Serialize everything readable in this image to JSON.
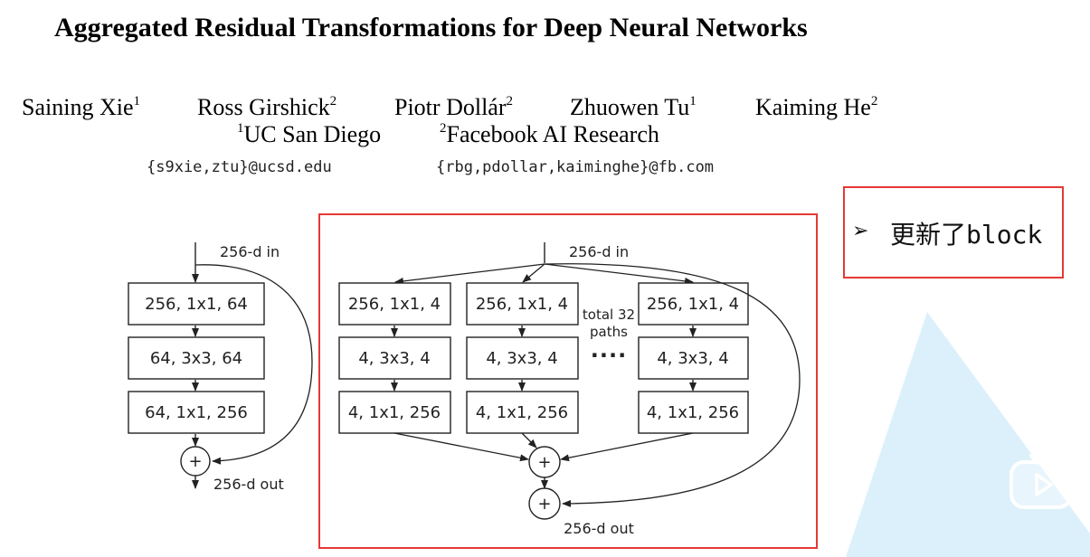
{
  "paper": {
    "title": "Aggregated Residual Transformations for Deep Neural Networks",
    "authors": [
      {
        "name": "Saining Xie",
        "aff": "1"
      },
      {
        "name": "Ross Girshick",
        "aff": "2"
      },
      {
        "name": "Piotr Dollár",
        "aff": "2"
      },
      {
        "name": "Zhuowen Tu",
        "aff": "1"
      },
      {
        "name": "Kaiming He",
        "aff": "2"
      }
    ],
    "affiliations": [
      {
        "mark": "1",
        "name": "UC San Diego"
      },
      {
        "mark": "2",
        "name": "Facebook AI Research"
      }
    ],
    "emails": [
      "{s9xie,ztu}@ucsd.edu",
      "{rbg,pdollar,kaiminghe}@fb.com"
    ]
  },
  "figure": {
    "resnet": {
      "input_label": "256-d in",
      "output_label": "256-d out",
      "blocks": [
        "256, 1x1, 64",
        "64, 3x3, 64",
        "64, 1x1, 256"
      ]
    },
    "resnext": {
      "input_label": "256-d in",
      "output_label": "256-d out",
      "path_blocks": [
        "256, 1x1, 4",
        "4, 3x3, 4",
        "4, 1x1, 256"
      ],
      "paths_note_line1": "total 32",
      "paths_note_line2": "paths",
      "ellipsis": "····"
    },
    "add_symbol": "+"
  },
  "annotation": {
    "bullet": "➢",
    "text": "更新了block",
    "border_color": "#e53935"
  },
  "overlay": {
    "play_icon": "play-icon",
    "triangle_color": "#dbeffb"
  }
}
